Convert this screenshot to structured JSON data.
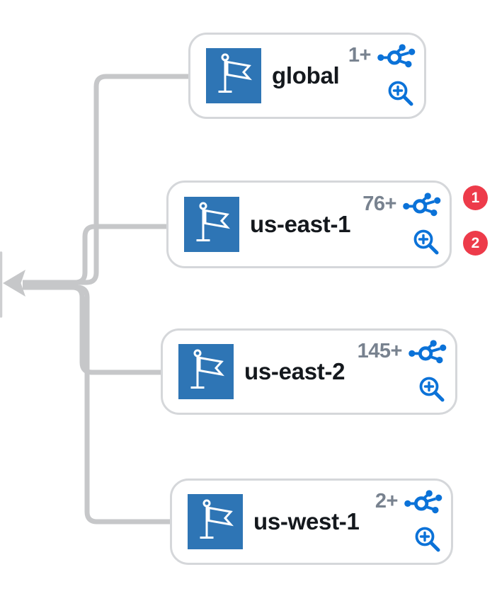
{
  "theme": {
    "accent_blue": "#0b72d8",
    "tile_blue": "#2e75b5",
    "badge_red": "#ed3b4a",
    "count_gray": "#78828f",
    "label_color": "#14181d",
    "line_gray": "#c6c7c9",
    "card_border": "#d5d7da",
    "canvas_bg": "#ffffff"
  },
  "nodes": [
    {
      "id": "global",
      "label": "global",
      "count": "1+"
    },
    {
      "id": "us-east-1",
      "label": "us-east-1",
      "count": "76+",
      "badges": [
        "1",
        "2"
      ]
    },
    {
      "id": "us-east-2",
      "label": "us-east-2",
      "count": "145+"
    },
    {
      "id": "us-west-1",
      "label": "us-west-1",
      "count": "2+"
    }
  ],
  "icons": {
    "region_flag": "flag-on-pole-tile",
    "connections": "network-nodes-glyph",
    "zoom_in": "magnifier-with-plus",
    "parent_arrow": "left-pointing-triangle"
  }
}
